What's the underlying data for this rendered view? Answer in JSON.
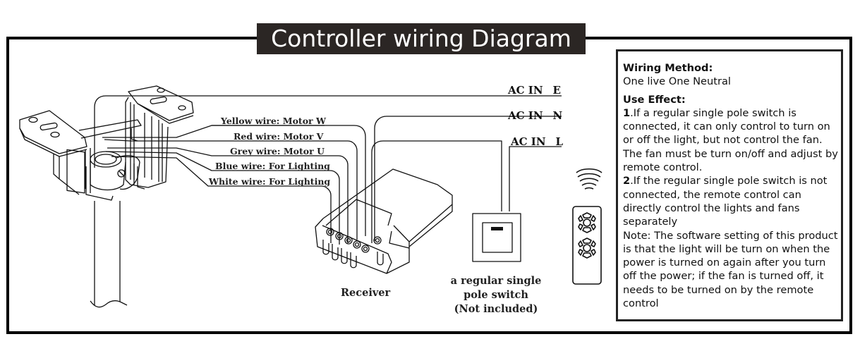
{
  "title": "Controller wiring Diagram",
  "wire_labels": [
    {
      "color": "Yellow",
      "text": "Yellow wire: Motor W"
    },
    {
      "color": "Red",
      "text": "Red wire: Motor V"
    },
    {
      "color": "Grey",
      "text": "Grey wire: Motor U"
    },
    {
      "color": "Blue",
      "text": "Blue wire: For Lighting"
    },
    {
      "color": "White",
      "text": "White wire: For Lighting"
    }
  ],
  "ac_inputs": [
    {
      "text": "AC IN",
      "terminal": "E"
    },
    {
      "text": "AC IN",
      "terminal": "N"
    },
    {
      "text": "AC IN",
      "terminal": "L"
    }
  ],
  "components": {
    "receiver_label": "Receiver",
    "switch_label_lines": [
      "a regular single",
      "pole switch",
      "(Not included)"
    ],
    "remote_icon": "remote-control-icon",
    "signal_icon": "wireless-signal-icon"
  },
  "info": {
    "wiring_method_heading": "Wiring Method:",
    "wiring_method_text": "One live One Neutral",
    "use_effect_heading": "Use Effect:",
    "point1_number": "1",
    "point1_text": ".If a regular single pole switch is connected, it can only control to turn on or off the light, but not control the fan. The fan must be turn on/off and adjust by remote control.",
    "point2_number": "2",
    "point2_text": ".If the regular single pole switch  is not connected, the remote control can directly control the lights and fans separately",
    "note_text": "Note: The software setting of this product is that the light will be turn on when the power is turned on again after you turn off the power; if the fan is turned off, it needs to be turned on by the remote control"
  }
}
